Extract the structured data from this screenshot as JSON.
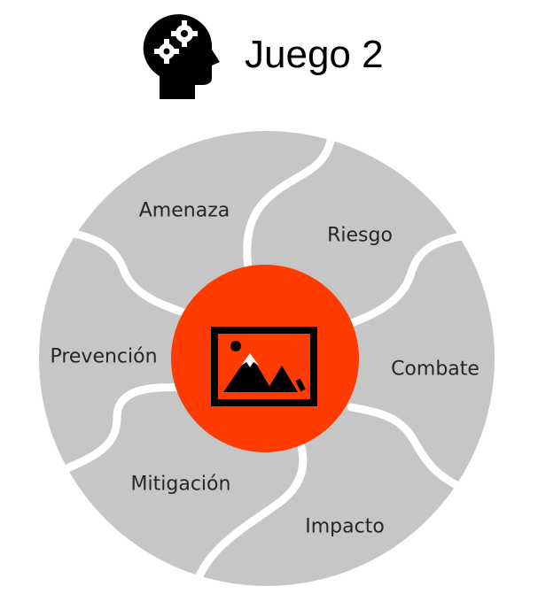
{
  "title": "Juego 2",
  "icon": "head-with-gears-icon",
  "center_icon": "image-placeholder-icon",
  "colors": {
    "segment": "#c6c6c6",
    "center": "#ff3b00",
    "separator": "#ffffff",
    "text": "#262626"
  },
  "segments": [
    {
      "label": "Amenaza"
    },
    {
      "label": "Riesgo"
    },
    {
      "label": "Combate"
    },
    {
      "label": "Impacto"
    },
    {
      "label": "Mitigación"
    },
    {
      "label": "Prevención"
    }
  ]
}
